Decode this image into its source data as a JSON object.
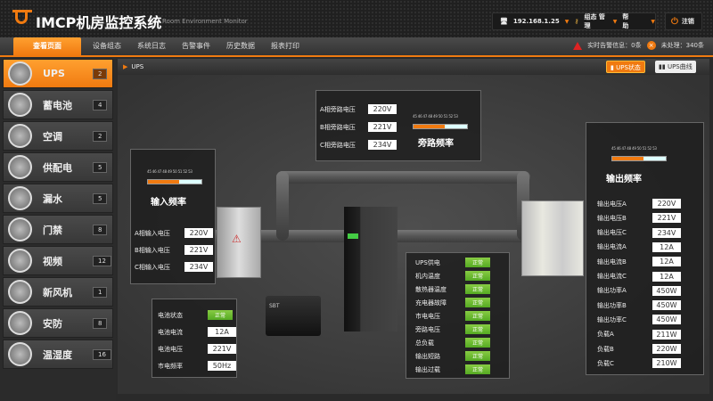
{
  "header": {
    "title": "IMCP机房监控系统",
    "subtitle": "Room Environment Monitor",
    "ip": "192.168.1.25",
    "menu_config": "组态 管理",
    "menu_help": "帮助",
    "logout": "注销"
  },
  "nav": {
    "tabs": [
      "查看页面",
      "设备组态",
      "系统日志",
      "告警事件",
      "历史数据",
      "报表打印"
    ],
    "active": 0
  },
  "alerts": {
    "realtime": "实时告警信息：0条",
    "unhandled": "未处理：340条"
  },
  "sidebar": {
    "items": [
      {
        "label": "UPS",
        "count": "2"
      },
      {
        "label": "蓄电池",
        "count": "4"
      },
      {
        "label": "空调",
        "count": "2"
      },
      {
        "label": "供配电",
        "count": "5"
      },
      {
        "label": "漏水",
        "count": "5"
      },
      {
        "label": "门禁",
        "count": "8"
      },
      {
        "label": "视频",
        "count": "12"
      },
      {
        "label": "新风机",
        "count": "1"
      },
      {
        "label": "安防",
        "count": "8"
      },
      {
        "label": "温湿度",
        "count": "16"
      }
    ]
  },
  "breadcrumb": "UPS",
  "view_tabs": {
    "status": "UPS状态",
    "curve": "UPS曲线"
  },
  "freq_scale": "45 46 47 48 49 50 51 52 53",
  "colors": {
    "accent": "#f07a10",
    "ok": "#6ab030"
  },
  "bypass": {
    "rows": [
      {
        "label": "A相旁路电压",
        "value": "220V"
      },
      {
        "label": "B相旁路电压",
        "value": "221V"
      },
      {
        "label": "C相旁路电压",
        "value": "234V"
      }
    ],
    "freq_label": "旁路频率",
    "freq_level": 0.58
  },
  "input": {
    "freq_label": "输入频率",
    "freq_level": 0.58,
    "rows": [
      {
        "label": "A相输入电压",
        "value": "220V"
      },
      {
        "label": "B相输入电压",
        "value": "221V"
      },
      {
        "label": "C相输入电压",
        "value": "234V"
      }
    ]
  },
  "output": {
    "freq_label": "输出频率",
    "freq_level": 0.58,
    "rows": [
      {
        "label": "输出电压A",
        "value": "220V"
      },
      {
        "label": "输出电压B",
        "value": "221V"
      },
      {
        "label": "输出电压C",
        "value": "234V"
      },
      {
        "label": "输出电流A",
        "value": "12A"
      },
      {
        "label": "输出电流B",
        "value": "12A"
      },
      {
        "label": "输出电流C",
        "value": "12A"
      },
      {
        "label": "输出功率A",
        "value": "450W"
      },
      {
        "label": "输出功率B",
        "value": "450W"
      },
      {
        "label": "输出功率C",
        "value": "450W"
      },
      {
        "label": "负载A",
        "value": "211W"
      },
      {
        "label": "负载B",
        "value": "220W"
      },
      {
        "label": "负载C",
        "value": "210W"
      }
    ]
  },
  "status": {
    "rows": [
      {
        "label": "UPS供电",
        "value": "正常"
      },
      {
        "label": "机内温度",
        "value": "正常"
      },
      {
        "label": "散热器温度",
        "value": "正常"
      },
      {
        "label": "充电器故障",
        "value": "正常"
      },
      {
        "label": "市电电压",
        "value": "正常"
      },
      {
        "label": "旁路电压",
        "value": "正常"
      },
      {
        "label": "总负载",
        "value": "正常"
      },
      {
        "label": "输出短路",
        "value": "正常"
      },
      {
        "label": "输出过载",
        "value": "正常"
      }
    ]
  },
  "battery": {
    "rows": [
      {
        "label": "电池状态",
        "value": "正常",
        "ok": true
      },
      {
        "label": "电池电流",
        "value": "12A"
      },
      {
        "label": "电池电压",
        "value": "221V"
      },
      {
        "label": "市电频率",
        "value": "50Hz"
      }
    ]
  }
}
